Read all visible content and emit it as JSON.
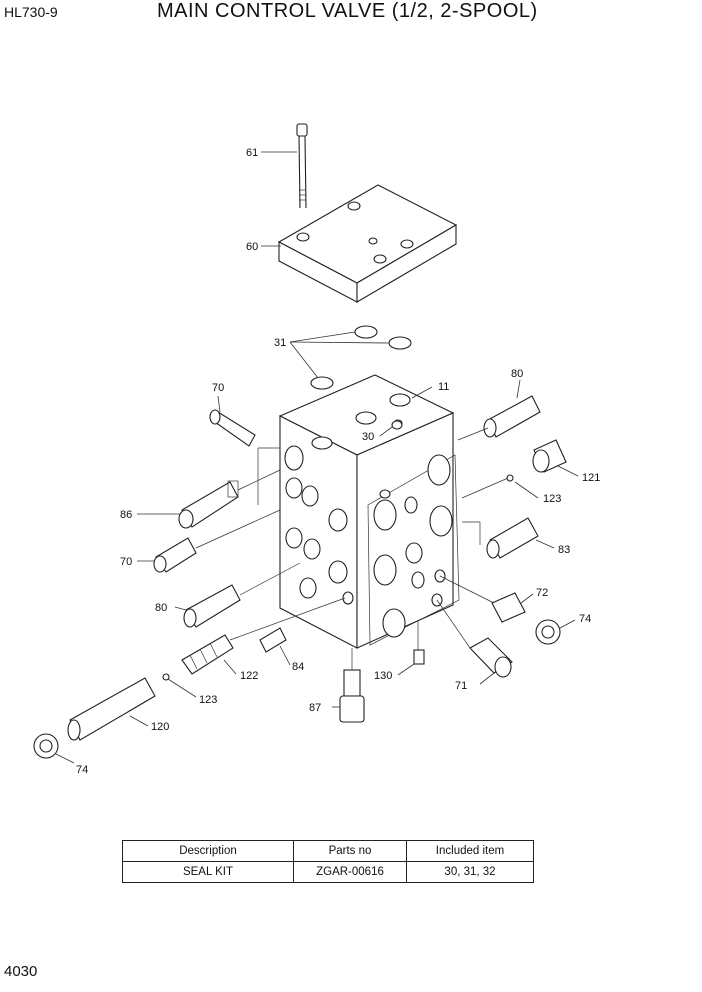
{
  "header": {
    "model": "HL730-9",
    "title": "MAIN CONTROL VALVE (1/2, 2-SPOOL)"
  },
  "page_number": "4030",
  "callouts": [
    "61",
    "60",
    "31",
    "11",
    "80",
    "70",
    "30",
    "121",
    "86",
    "123",
    "83",
    "70",
    "72",
    "80",
    "74",
    "84",
    "122",
    "130",
    "71",
    "123",
    "87",
    "120",
    "74"
  ],
  "table": {
    "headers": [
      "Description",
      "Parts no",
      "Included item"
    ],
    "rows": [
      [
        "SEAL KIT",
        "ZGAR-00616",
        "30, 31, 32"
      ]
    ]
  }
}
